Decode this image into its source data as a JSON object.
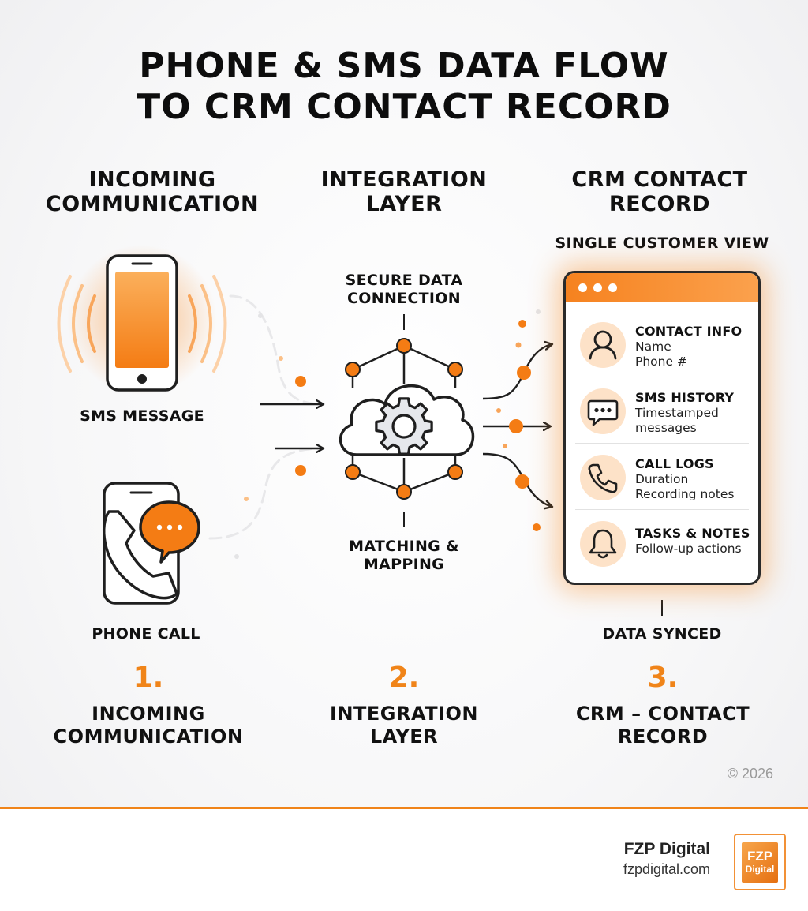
{
  "title": {
    "line1": "PHONE & SMS DATA FLOW",
    "line2": "TO CRM CONTACT RECORD"
  },
  "columns": [
    {
      "line1": "INCOMING",
      "line2": "COMMUNICATION"
    },
    {
      "line1": "INTEGRATION",
      "line2": "LAYER"
    },
    {
      "line1": "CRM CONTACT",
      "line2": "RECORD"
    }
  ],
  "incoming": {
    "sms_label": "SMS MESSAGE",
    "call_label": "PHONE CALL"
  },
  "integration": {
    "top_label": {
      "line1": "SECURE DATA",
      "line2": "CONNECTION"
    },
    "bottom_label": {
      "line1": "MATCHING &",
      "line2": "MAPPING"
    }
  },
  "crm": {
    "subtitle": "SINGLE CUSTOMER VIEW",
    "sections": [
      {
        "icon": "user-icon",
        "title": "CONTACT INFO",
        "lines": [
          "Name",
          "Phone #"
        ]
      },
      {
        "icon": "chat-icon",
        "title": "SMS HISTORY",
        "lines": [
          "Timestamped",
          "messages"
        ]
      },
      {
        "icon": "phone-icon",
        "title": "CALL LOGS",
        "lines": [
          "Duration",
          "Recording notes"
        ]
      },
      {
        "icon": "bell-icon",
        "title": "TASKS & NOTES",
        "lines": [
          "Follow-up actions"
        ]
      }
    ],
    "synced_label": "DATA SYNCED"
  },
  "steps": [
    {
      "number": "1.",
      "line1": "INCOMING",
      "line2": "COMMUNICATION"
    },
    {
      "number": "2.",
      "line1": "INTEGRATION",
      "line2": "LAYER"
    },
    {
      "number": "3.",
      "line1": "CRM – CONTACT",
      "line2": "RECORD"
    }
  ],
  "copyright": "© 2026",
  "footer": {
    "brand": "FZP Digital",
    "url": "fzpdigital.com",
    "logo_text": [
      "FZP",
      "Digital"
    ]
  },
  "colors": {
    "accent": "#f08419",
    "dark": "#1f1f1f",
    "icon_bg": "#fde2c8"
  }
}
